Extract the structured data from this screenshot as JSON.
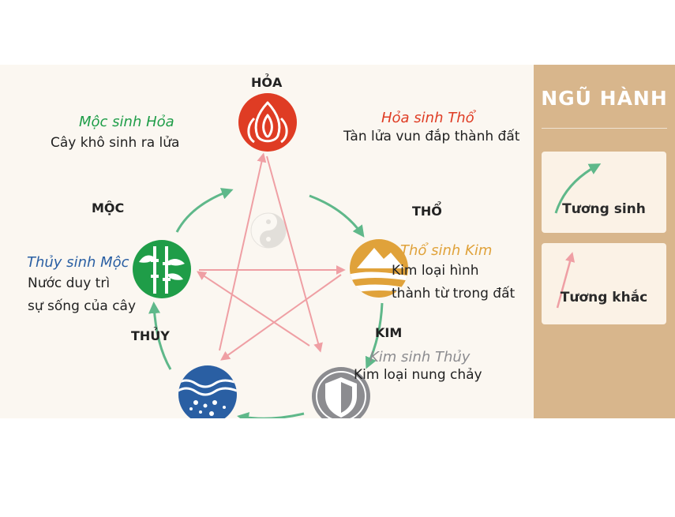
{
  "panel": {
    "title": "NGŨ HÀNH",
    "legend": [
      {
        "label": "Tương sinh",
        "color": "#5fb88a"
      },
      {
        "label": "Tương khắc",
        "color": "#ef9fa4"
      }
    ]
  },
  "elements": {
    "hoa": {
      "label": "HỎA",
      "color": "#df3c24"
    },
    "tho": {
      "label": "THỔ",
      "color": "#e0a23a"
    },
    "kim": {
      "label": "KIM",
      "color": "#8c8c90"
    },
    "thuy": {
      "label": "THỦY",
      "color": "#2a5fa3"
    },
    "moc": {
      "label": "MỘC",
      "color": "#1f9d48"
    }
  },
  "relations": {
    "moc_hoa": {
      "title": "Mộc sinh Hỏa",
      "lines": [
        "Cây khô sinh ra lửa"
      ],
      "color": "#1f9d48"
    },
    "hoa_tho": {
      "title": "Hỏa sinh Thổ",
      "lines": [
        "Tàn lửa vun đắp thành đất"
      ],
      "color": "#df3c24"
    },
    "tho_kim": {
      "title": "Thổ sinh Kim",
      "lines": [
        "Kim loại hình",
        "thành từ trong đất"
      ],
      "color": "#e0a23a"
    },
    "kim_thuy": {
      "title": "Kim sinh Thủy",
      "lines": [
        "Kim loại nung chảy"
      ],
      "color": "#8c8c90"
    },
    "thuy_moc": {
      "title": "Thủy sinh Mộc",
      "lines": [
        "Nước duy trì",
        "sự sống của cây"
      ],
      "color": "#2a5fa3"
    }
  }
}
